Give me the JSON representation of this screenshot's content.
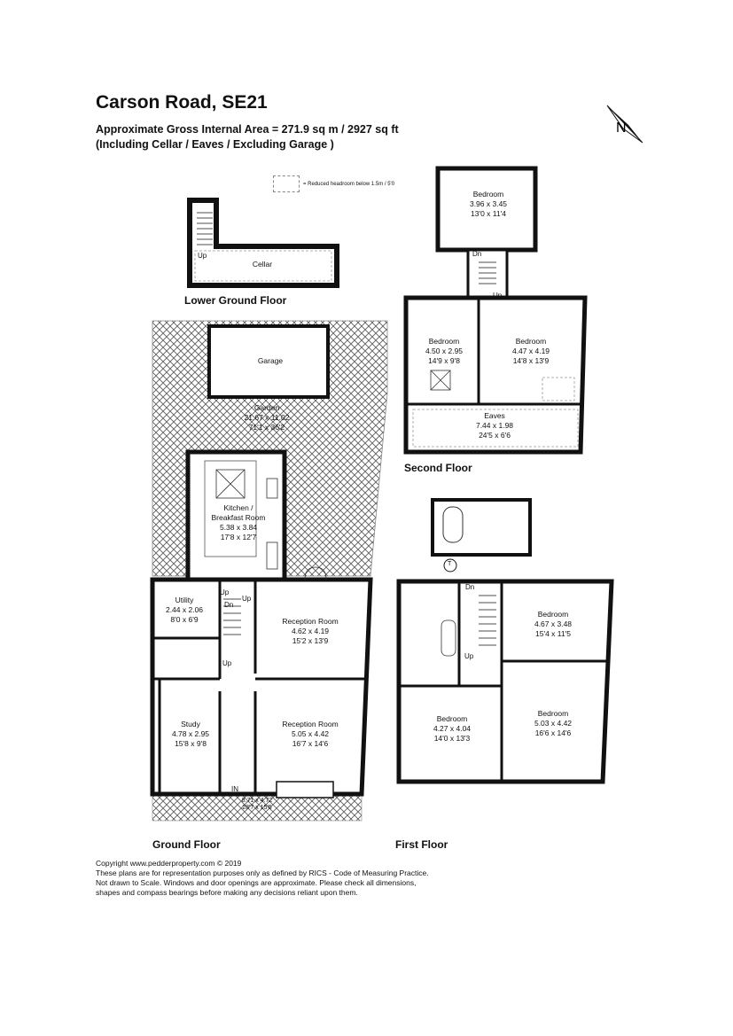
{
  "header": {
    "title": "Carson Road, SE21",
    "area_line": "Approximate Gross Internal Area = 271.9 sq m / 2927 sq ft",
    "inclusion_line": "(Including Cellar / Eaves / Excluding Garage )"
  },
  "legend": {
    "text": "= Reduced headroom below 1.5m / 5'0"
  },
  "compass": {
    "label": "N"
  },
  "floors": {
    "lower_ground": "Lower Ground Floor",
    "ground": "Ground Floor",
    "first": "First Floor",
    "second": "Second Floor"
  },
  "rooms": {
    "cellar": {
      "name": "Cellar"
    },
    "garage": {
      "name": "Garage"
    },
    "garden": {
      "name": "Garden",
      "metric": "21.67 x 11.02",
      "imperial": "71'1 x 36'2"
    },
    "kitchen": {
      "name1": "Kitchen /",
      "name2": "Breakfast Room",
      "metric": "5.38 x 3.84",
      "imperial": "17'8 x 12'7"
    },
    "utility": {
      "name": "Utility",
      "metric": "2.44 x 2.06",
      "imperial": "8'0 x 6'9"
    },
    "reception_top": {
      "name": "Reception Room",
      "metric": "4.62 x 4.19",
      "imperial": "15'2 x 13'9"
    },
    "reception_bottom": {
      "name": "Reception Room",
      "metric": "5.05 x 4.42",
      "imperial": "16'7 x 14'6"
    },
    "study": {
      "name": "Study",
      "metric": "4.78 x 2.95",
      "imperial": "15'8 x 9'8"
    },
    "front": {
      "metric": "8.71 x 4.72",
      "imperial": "28'7 x 15'6"
    },
    "sf_bedroom_top": {
      "name": "Bedroom",
      "metric": "3.96 x 3.45",
      "imperial": "13'0 x 11'4"
    },
    "sf_bedroom_left": {
      "name": "Bedroom",
      "metric": "4.50 x 2.95",
      "imperial": "14'9 x 9'8"
    },
    "sf_bedroom_right": {
      "name": "Bedroom",
      "metric": "4.47 x 4.19",
      "imperial": "14'8 x 13'9"
    },
    "eaves": {
      "name": "Eaves",
      "metric": "7.44 x 1.98",
      "imperial": "24'5 x 6'6"
    },
    "ff_bedroom_top_right": {
      "name": "Bedroom",
      "metric": "4.67 x 3.48",
      "imperial": "15'4 x 11'5"
    },
    "ff_bedroom_bottom_left": {
      "name": "Bedroom",
      "metric": "4.27 x 4.04",
      "imperial": "14'0 x 13'3"
    },
    "ff_bedroom_bottom_right": {
      "name": "Bedroom",
      "metric": "5.03 x 4.42",
      "imperial": "16'6 x 14'6"
    }
  },
  "markers": {
    "up": "Up",
    "dn": "Dn",
    "in": "IN",
    "t": "T"
  },
  "footer": {
    "line1": "Copyright www.pedderproperty.com © 2019",
    "line2": "These plans are for representation purposes only as defined by RICS - Code of Measuring Practice.",
    "line3": "Not drawn to Scale. Windows and door openings are approximate. Please check all dimensions,",
    "line4": "shapes and compass bearings before making any decisions reliant upon them."
  }
}
